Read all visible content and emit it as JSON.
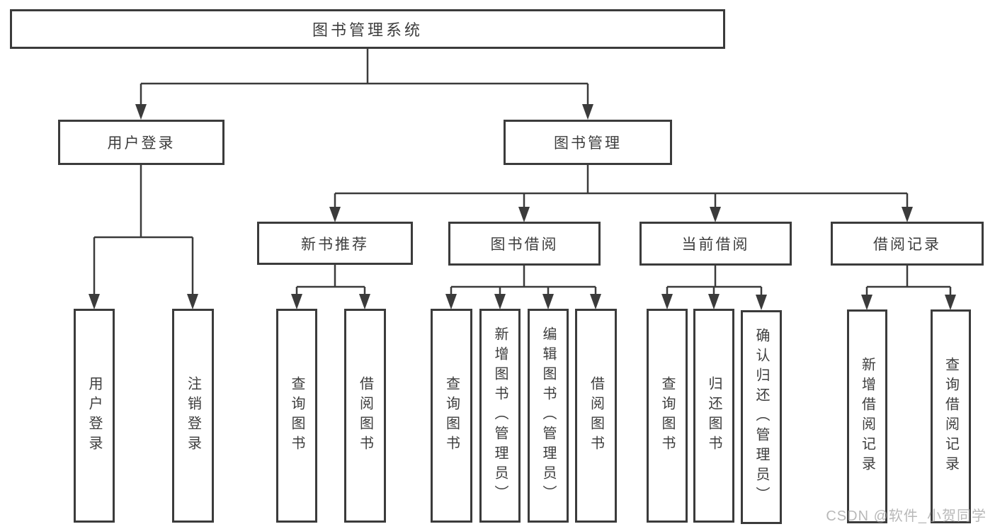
{
  "diagram": {
    "root": {
      "label": "图书管理系统"
    },
    "branches": [
      {
        "label": "用户登录",
        "children": [
          {
            "label": "用户登录"
          },
          {
            "label": "注销登录"
          }
        ]
      },
      {
        "label": "图书管理",
        "groups": [
          {
            "label": "新书推荐",
            "children": [
              {
                "label": "查询图书"
              },
              {
                "label": "借阅图书"
              }
            ]
          },
          {
            "label": "图书借阅",
            "children": [
              {
                "label": "查询图书"
              },
              {
                "label": "新增图书（管理员）"
              },
              {
                "label": "编辑图书（管理员）"
              },
              {
                "label": "借阅图书"
              }
            ]
          },
          {
            "label": "当前借阅",
            "children": [
              {
                "label": "查询图书"
              },
              {
                "label": "归还图书"
              },
              {
                "label": "确认归还（管理员）"
              }
            ]
          },
          {
            "label": "借阅记录",
            "children": [
              {
                "label": "新增借阅记录"
              },
              {
                "label": "查询借阅记录"
              }
            ]
          }
        ]
      }
    ]
  },
  "watermark": {
    "text": "CSDN @软件_小贺同学",
    "color": "#9e9e9e"
  },
  "colors": {
    "line": "#3b3b3b",
    "box_border": "#3b3b3b",
    "text": "#3d3d3d",
    "background": "#ffffff"
  }
}
